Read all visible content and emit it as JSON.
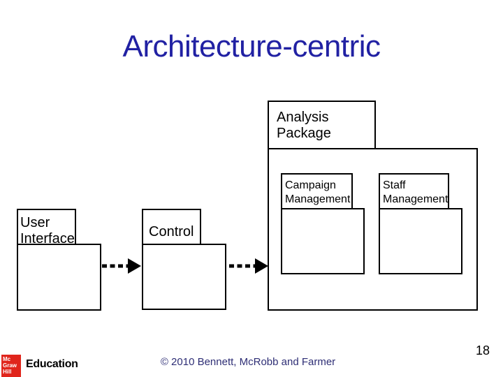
{
  "slide": {
    "title": "Architecture-centric",
    "page_number": "18",
    "copyright": "© 2010 Bennett, McRobb and Farmer"
  },
  "packages": {
    "analysis": {
      "line1": "Analysis",
      "line2": "Package"
    },
    "campaign": {
      "line1": "Campaign",
      "line2": "Management"
    },
    "staff": {
      "line1": "Staff",
      "line2": "Management"
    },
    "user_interface": {
      "line1": "User",
      "line2": "Interface"
    },
    "control": {
      "line1": "Control"
    }
  },
  "footer_logo": {
    "brand_lines": [
      "Mc",
      "Graw",
      "Hill"
    ],
    "division": "Education"
  },
  "icons": {
    "dependency_arrow": "dashed-arrow-right-icon"
  },
  "colors": {
    "title_blue": "#2121a3",
    "footer_text_blue": "#2e2e75",
    "logo_red": "#e0251c",
    "diagram_line": "#000000"
  }
}
